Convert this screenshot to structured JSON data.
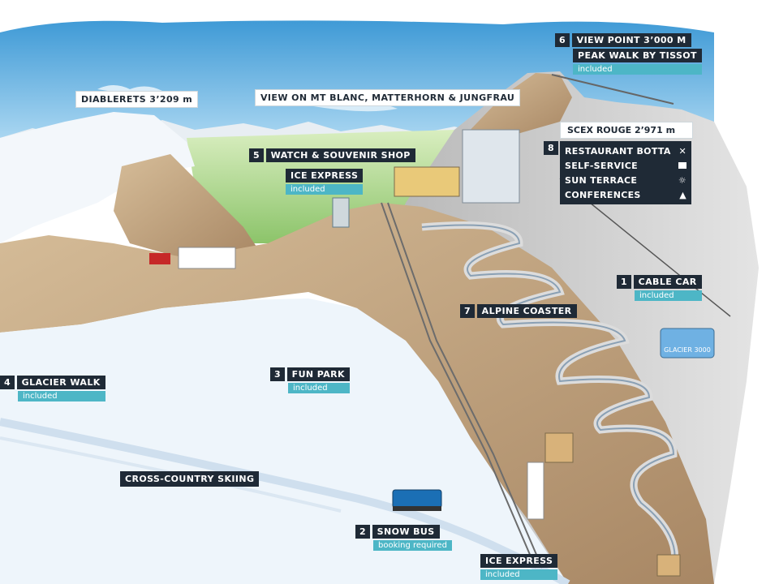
{
  "labels": {
    "diablerets": "DIABLERETS 3’209 m",
    "view_on": "VIEW ON MT BLANC, MATTERHORN & JUNGFRAU",
    "viewpoint": {
      "num": "6",
      "name": "VIEW POINT 3’000 M",
      "sub_name": "PEAK WALK BY TISSOT",
      "sub": "included"
    },
    "scex_rouge": "SCEX ROUGE 2’971 m",
    "restaurant": {
      "num": "8",
      "items": [
        {
          "label": "RESTAURANT BOTTA",
          "icon": "cutlery-icon"
        },
        {
          "label": "SELF-SERVICE",
          "icon": "tray-icon"
        },
        {
          "label": "SUN TERRACE",
          "icon": "deckchair-icon"
        },
        {
          "label": "CONFERENCES",
          "icon": "presentation-icon"
        }
      ]
    },
    "watch_shop": {
      "num": "5",
      "name": "WATCH & SOUVENIR SHOP"
    },
    "ice_express_top": {
      "name": "ICE EXPRESS",
      "sub": "included"
    },
    "cable_car": {
      "num": "1",
      "name": "CABLE CAR",
      "sub": "included",
      "cabin_text": "GLACIER 3000"
    },
    "alpine_coaster": {
      "num": "7",
      "name": "ALPINE COASTER"
    },
    "fun_park": {
      "num": "3",
      "name": "FUN PARK",
      "sub": "included"
    },
    "glacier_walk": {
      "num": "4",
      "name": "GLACIER WALK",
      "sub": "included"
    },
    "cross_country": "CROSS-COUNTRY SKIING",
    "snow_bus": {
      "num": "2",
      "name": "SNOW BUS",
      "sub": "booking required"
    },
    "ice_express_bottom": {
      "name": "ICE EXPRESS",
      "sub": "included"
    }
  },
  "colors": {
    "sky": "#6fb4e0",
    "snow": "#eef5fb",
    "rock": "#c4a784",
    "label_dark": "#1f2a36",
    "label_teal": "#4db6c6",
    "valley": "#b9dc8e"
  }
}
